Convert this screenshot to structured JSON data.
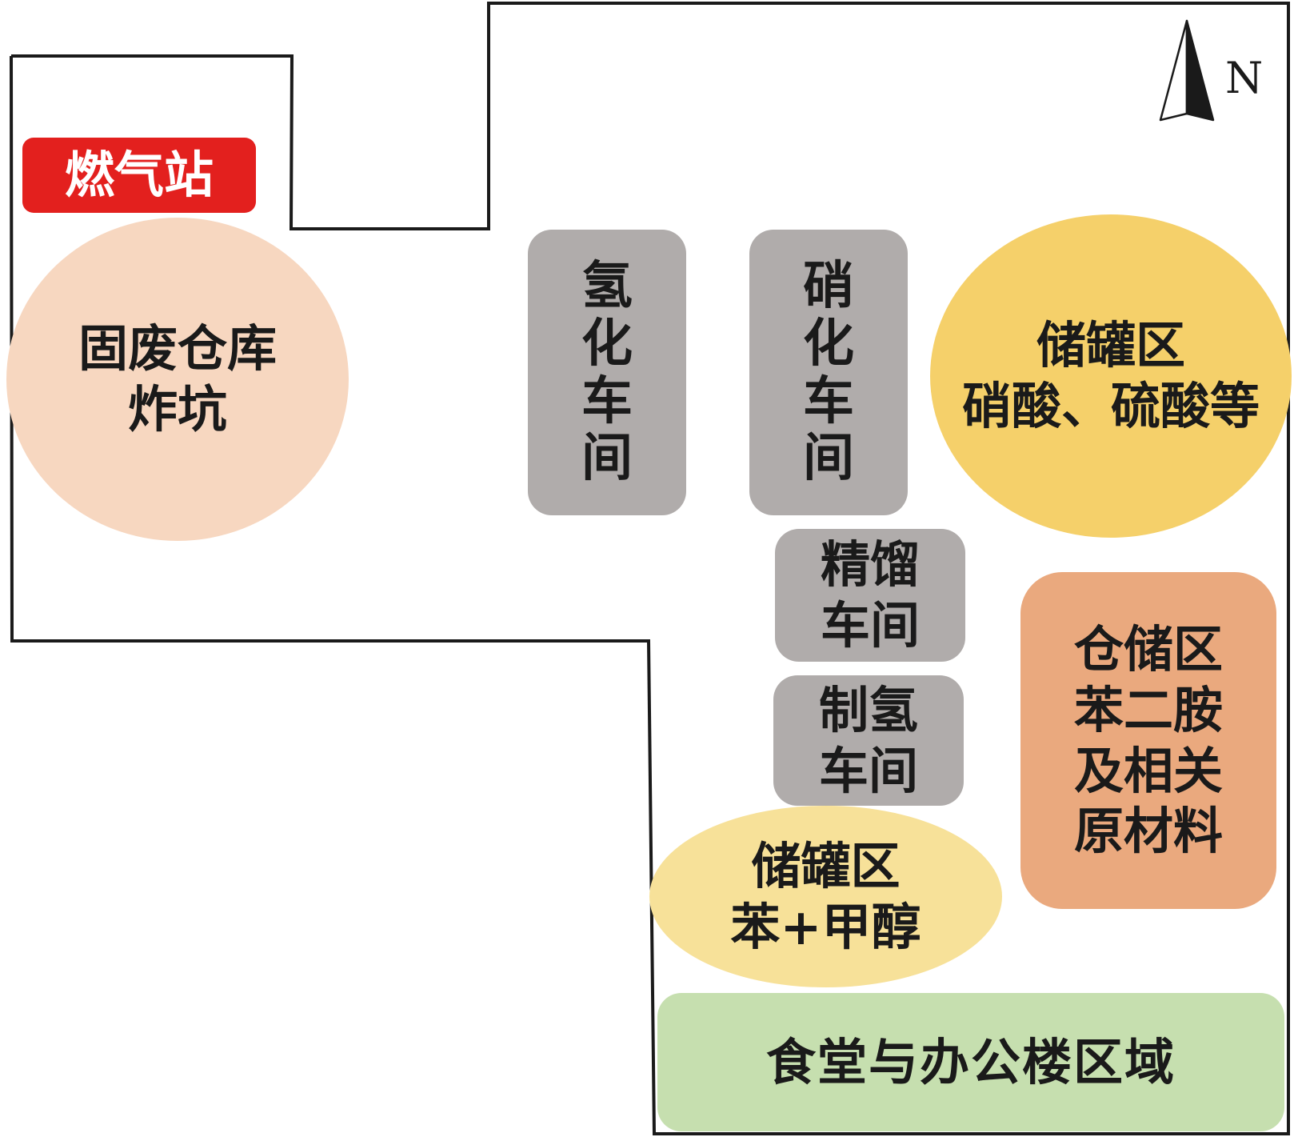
{
  "map": {
    "north_label": "N",
    "colors": {
      "boundary": "#1a1a1a",
      "gas_station": "#e3201e",
      "solid_waste": "#f7d7c0",
      "workshop": "#b0acab",
      "tank_acid": "#f5d06a",
      "warehouse": "#eaa97e",
      "tank_benzene": "#f7e199",
      "canteen": "#c6dfaf"
    },
    "zones": {
      "gas_station": "燃气站",
      "solid_waste": "固废仓库\n炸坑",
      "hydrogenation": "氢\n化\n车\n间",
      "nitration": "硝\n化\n车\n间",
      "tank_acid": "储罐区\n硝酸、硫酸等",
      "distillation": "精馏\n车间",
      "hydrogen_production": "制氢\n车间",
      "warehouse": "仓储区\n苯二胺\n及相关\n原材料",
      "tank_benzene": "储罐区\n苯+甲醇",
      "canteen": "食堂与办公楼区域"
    }
  }
}
